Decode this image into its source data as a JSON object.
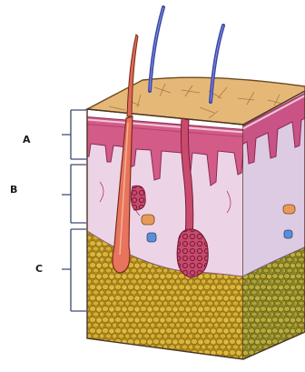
{
  "labels": {
    "a": "A",
    "b": "B",
    "c": "C"
  },
  "layers": [
    {
      "key": "a",
      "color": "#d8688f"
    },
    {
      "key": "b",
      "color": "#e8cde0"
    },
    {
      "key": "c",
      "color": "#c9a324"
    }
  ],
  "colors": {
    "surface": "#e6b878",
    "epidermis": "#d35b87",
    "dermis": "#ecd4e6",
    "fat": "#c7a029",
    "fat_cell": "#d8b43a",
    "hair_shaft": "#3a46a8",
    "follicle": "#e8745e",
    "gland": "#c84b6d",
    "bracket": "#3a4a70"
  }
}
